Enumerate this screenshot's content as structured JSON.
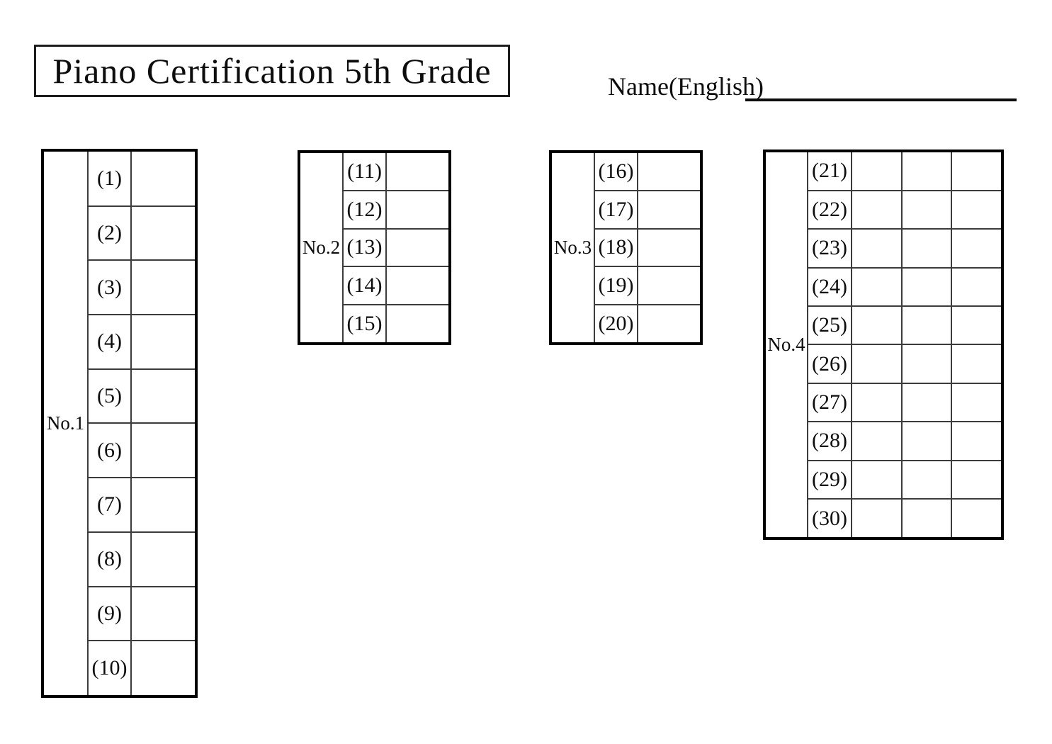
{
  "page": {
    "title": "Piano Certification 5th Grade",
    "name_label": "Name(English)"
  },
  "tables": [
    {
      "label": "No.1",
      "answer_columns": 1,
      "items": [
        "(1)",
        "(2)",
        "(3)",
        "(4)",
        "(5)",
        "(6)",
        "(7)",
        "(8)",
        "(9)",
        "(10)"
      ]
    },
    {
      "label": "No.2",
      "answer_columns": 1,
      "items": [
        "(11)",
        "(12)",
        "(13)",
        "(14)",
        "(15)"
      ]
    },
    {
      "label": "No.3",
      "answer_columns": 1,
      "items": [
        "(16)",
        "(17)",
        "(18)",
        "(19)",
        "(20)"
      ]
    },
    {
      "label": "No.4",
      "answer_columns": 3,
      "items": [
        "(21)",
        "(22)",
        "(23)",
        "(24)",
        "(25)",
        "(26)",
        "(27)",
        "(28)",
        "(29)",
        "(30)"
      ]
    }
  ],
  "colors": {
    "background": "#ffffff",
    "outer_border": "#000000",
    "grid_line": "#3c3c3c",
    "text": "#0d0d0d"
  }
}
